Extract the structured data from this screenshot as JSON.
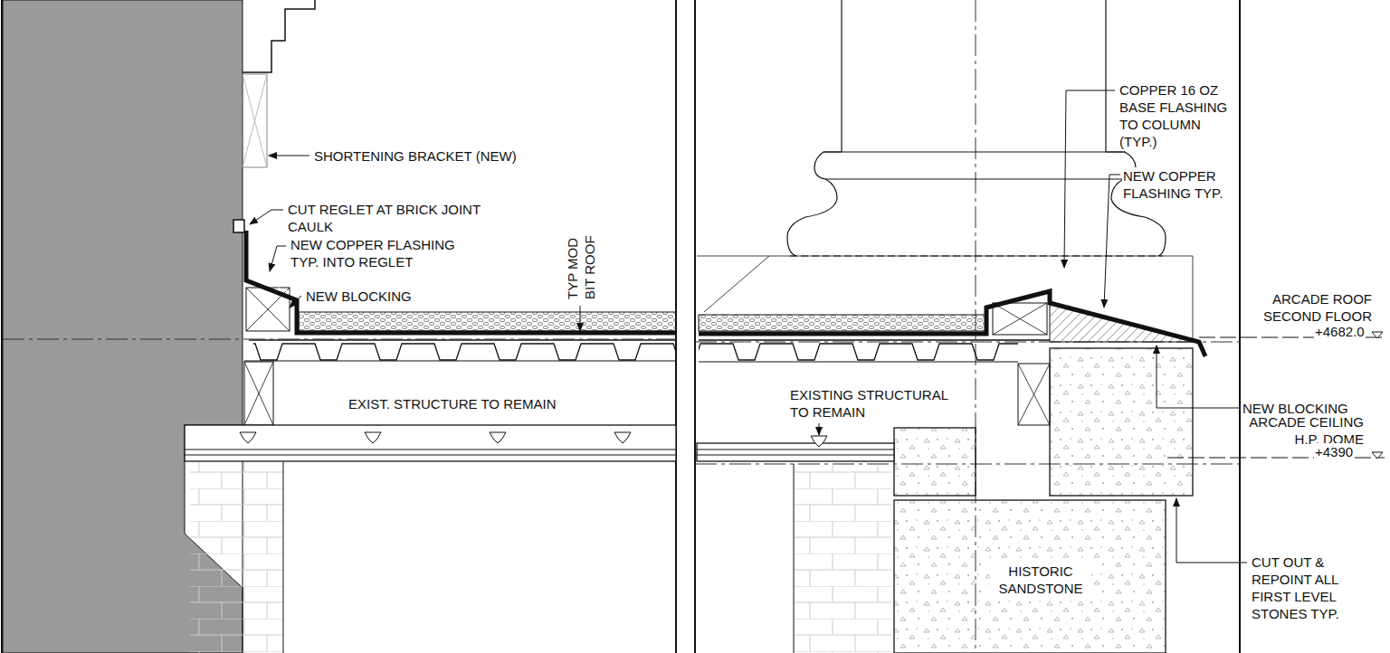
{
  "diagram": {
    "labels": [
      "SHORTENING BRACKET (NEW)",
      "CUT REGLET AT BRICK JOINT CAULK",
      "NEW COPPER FLASHING TYP. INTO REGLET",
      "NEW BLOCKING",
      "TYP MOD BIT ROOF",
      "EXIST. STRUCTURE TO REMAIN",
      "COPPER 16 OZ BASE FLASHING TO COLUMN (TYP.)",
      "NEW COPPER FLASHING TYP.",
      "ARCADE ROOF SECOND FLOOR",
      "+4682.0",
      "NEW BLOCKING",
      "ARCADE CEILING H.P. DOME",
      "+4390",
      "EXISTING STRUCTURAL TO REMAIN",
      "HISTORIC SANDSTONE",
      "CUT OUT & REPOINT ALL FIRST LEVEL STONES TYP."
    ]
  }
}
